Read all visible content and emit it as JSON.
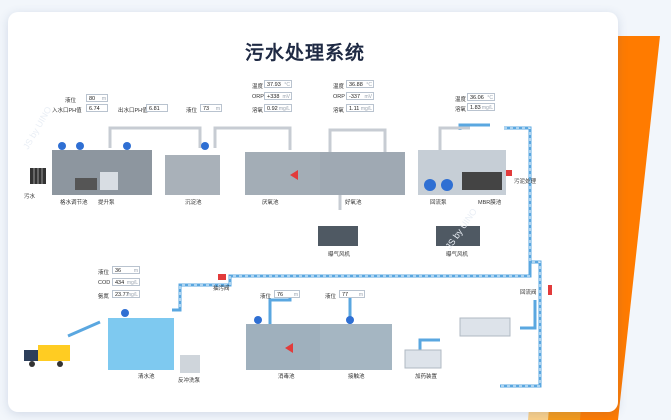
{
  "page": {
    "title": "污水处理系统"
  },
  "colors": {
    "water": "#7ec9f0",
    "pipe": "#5aa7e0",
    "pipe_gray": "#c7ccd3",
    "tank_gray": "#9aa4ad",
    "accent_orange": "#f59a1b",
    "alarm": "#e23b3b"
  },
  "stage_labels": {
    "sewage": "污水",
    "regulating_pool": "格水调节池",
    "lift_pump": "提升泵",
    "sediment_pool": "沉淀池",
    "anaerobic_pool": "厌氧池",
    "aerobic_pool": "好氧池",
    "recycle_pool": "回流泵",
    "mbr_membrane": "MBR膜池",
    "sewage_treatment": "污泥处理",
    "aerobic_fan_1": "曝气风机",
    "aerobic_fan_2": "曝气风机",
    "pump_valve": "抽污阀",
    "reflux_valve": "回流阀",
    "clear_pool": "清水池",
    "discharge_pump": "反冲洗泵",
    "disinfection_pool": "消毒池",
    "contact_pool": "接触池",
    "dosing_device": "加药装置"
  },
  "readouts": {
    "level_1": {
      "label": "液位",
      "value": "80",
      "unit": "m"
    },
    "inlet_ph": {
      "label": "入水口PH值",
      "value": "6.74"
    },
    "outlet_ph": {
      "label": "出水口PH值",
      "value": "6.81"
    },
    "level_2": {
      "label": "液位",
      "value": "73",
      "unit": "m"
    },
    "temp_1": {
      "label": "温度",
      "value": "37.93",
      "unit": "°C"
    },
    "orp_1": {
      "label": "ORP",
      "value": "+338",
      "unit": "mV"
    },
    "do_1": {
      "label": "溶氧",
      "value": "0.92",
      "unit": "mg/L"
    },
    "temp_2": {
      "label": "温度",
      "value": "36.88",
      "unit": "°C"
    },
    "orp_2": {
      "label": "ORP",
      "value": "-337",
      "unit": "mV"
    },
    "do_2": {
      "label": "溶氧",
      "value": "1.11",
      "unit": "mg/L"
    },
    "temp_3": {
      "label": "温度",
      "value": "36.06",
      "unit": "°C"
    },
    "do_3": {
      "label": "溶氧",
      "value": "1.83",
      "unit": "mg/L"
    },
    "level_3": {
      "label": "液位",
      "value": "36",
      "unit": "m"
    },
    "cod": {
      "label": "COD",
      "value": "434",
      "unit": "mg/L"
    },
    "ammonia": {
      "label": "氨氮",
      "value": "23.77",
      "unit": "mg/L"
    },
    "level_4": {
      "label": "液位",
      "value": "76",
      "unit": "m"
    },
    "level_5": {
      "label": "液位",
      "value": "77",
      "unit": "m"
    }
  },
  "watermark": "JS by UINO"
}
